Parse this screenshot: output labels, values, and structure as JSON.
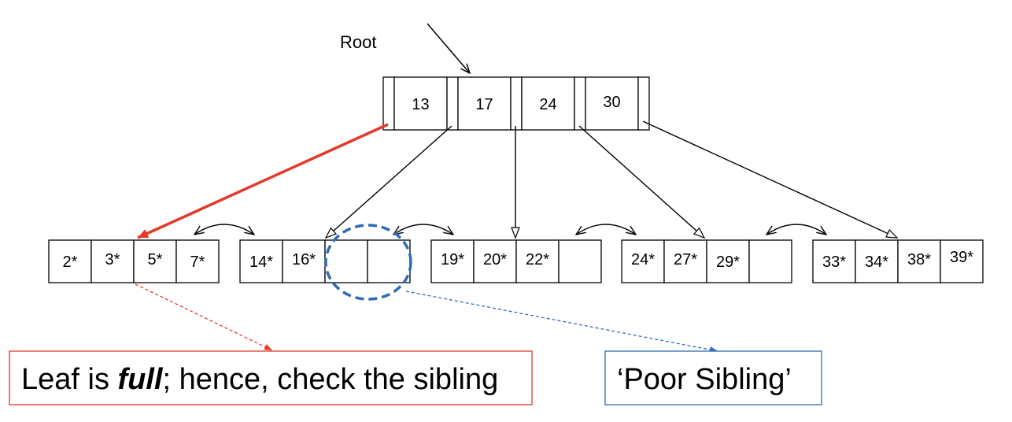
{
  "root_label": "Root",
  "root_keys": [
    "13",
    "17",
    "24",
    "30"
  ],
  "leaves": [
    [
      "2*",
      "3*",
      "5*",
      "7*"
    ],
    [
      "14*",
      "16*",
      "",
      ""
    ],
    [
      "19*",
      "20*",
      "22*",
      ""
    ],
    [
      "24*",
      "27*",
      "29*",
      ""
    ],
    [
      "33*",
      "34*",
      "38*",
      "39*"
    ]
  ],
  "callouts": {
    "full": {
      "prefix": "Leaf is ",
      "emph": "full",
      "suffix": "; hence, check the sibling"
    },
    "poor": {
      "text": "‘Poor Sibling’"
    }
  },
  "colors": {
    "insert_path": "#e03a2a",
    "poor_sibling": "#2e6db4",
    "callout_full_border": "#e03a2a",
    "callout_poor_border": "#2e6db4"
  }
}
